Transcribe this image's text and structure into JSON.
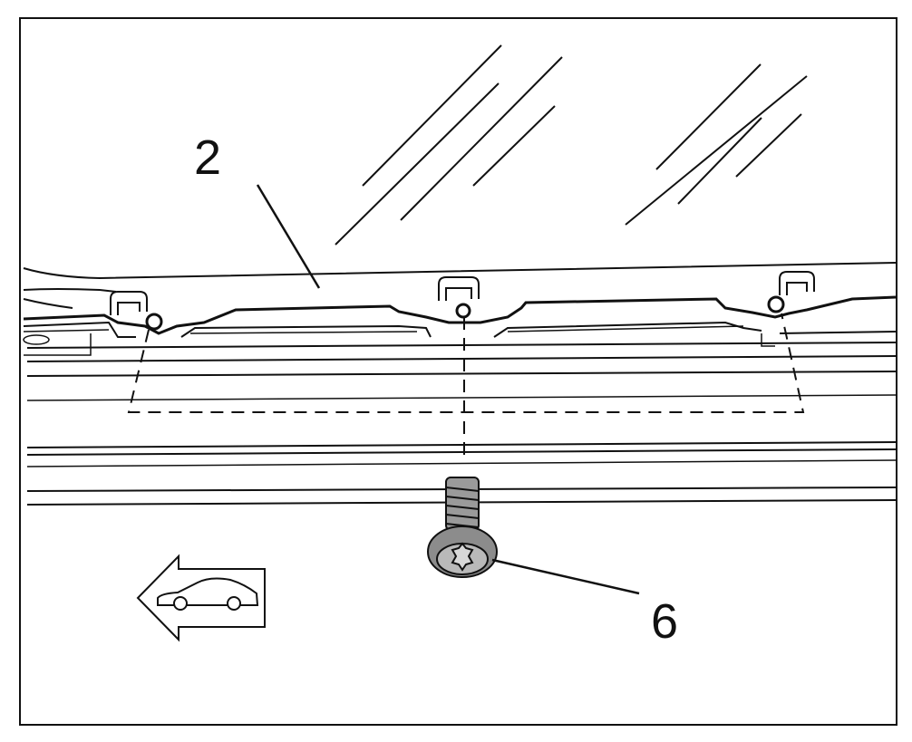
{
  "diagram": {
    "callouts": [
      {
        "id": "callout-2",
        "label": "2"
      },
      {
        "id": "callout-6",
        "label": "6"
      }
    ],
    "icons": [
      "windshield-glass-reflection-icon",
      "fastener-clip-icon",
      "screw-icon",
      "forward-direction-car-arrow-icon"
    ],
    "colors": {
      "line": "#111111",
      "background": "#ffffff",
      "screw_fill": "#8c8c8c"
    }
  }
}
